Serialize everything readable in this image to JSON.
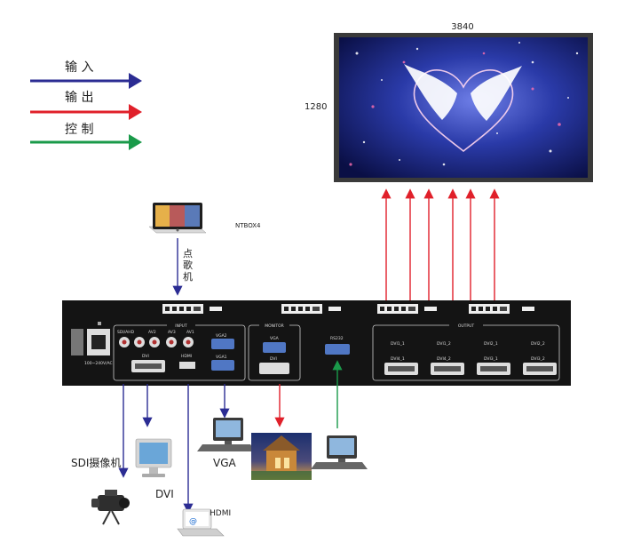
{
  "legend": {
    "input": "输 入",
    "output": "输 出",
    "control": "控 制",
    "colors": {
      "input": "#2b2c93",
      "output": "#e0202a",
      "control": "#1a9a4a"
    }
  },
  "screen": {
    "width_label": "3840",
    "height_label": "1280"
  },
  "ntbox": {
    "label": "NTBOX4",
    "action_label": "点\n歌\n机"
  },
  "panel": {
    "input_header": "INPUT",
    "monitor_header": "MONITOR",
    "output_header": "OUTPUT",
    "rs232": "RS232",
    "power": "100~240V/AC",
    "sdi": "SDI/AHD",
    "av2": "AV2",
    "av1": "AV1",
    "av3": "AV3",
    "dvi_in": "DVI",
    "hdmi_in": "HDMI",
    "vga2": "VGA2",
    "vga1": "VGA1",
    "mon_vga": "VGA",
    "mon_dvi": "DVI",
    "outputs": [
      "DVI4_1",
      "DVI4_2",
      "DVI3_1",
      "DVI3_2"
    ],
    "outputs_top": [
      "DVI1_1",
      "DVI1_2",
      "DVI2_1",
      "DVI2_2"
    ]
  },
  "devices": {
    "sdi_camera": "SDI摄像机",
    "dvi": "DVI",
    "hdmi": "HDMI",
    "vga": "VGA"
  }
}
